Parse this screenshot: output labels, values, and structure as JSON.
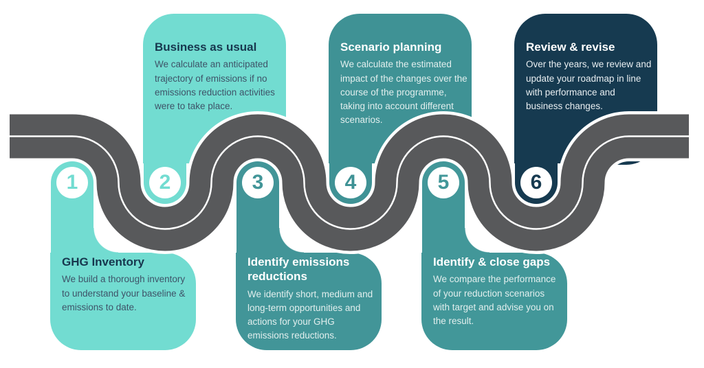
{
  "diagram_type": "roadmap-process",
  "colors": {
    "background": "#ffffff",
    "road_surface": "#58595b",
    "road_markings": "#ffffff",
    "light_teal": "#72dcd1",
    "teal": "#419598",
    "navy": "#163a50"
  },
  "steps": [
    {
      "number": "1",
      "title": "GHG Inventory",
      "description": "We build a thorough inventory to understand your baseline & emissions to date.",
      "position": "bottom",
      "card_color": "#72dcd1",
      "title_color": "#17374e",
      "text_color": "#3e5368"
    },
    {
      "number": "2",
      "title": "Business as usual",
      "description": "We calculate an anticipated trajectory of emissions if no emissions reduction activities were to take place.",
      "position": "top",
      "card_color": "#72dcd1",
      "title_color": "#17374e",
      "text_color": "#3e5368"
    },
    {
      "number": "3",
      "title": "Identify emissions reductions",
      "description": "We identify short, medium and long-term opportunities and actions for your GHG emissions reductions.",
      "position": "bottom",
      "card_color": "#429598",
      "title_color": "#ffffff",
      "text_color": "#e2efee"
    },
    {
      "number": "4",
      "title": "Scenario planning",
      "description": "We calculate the estimated impact of the changes over the course of the programme, taking into account different scenarios.",
      "position": "top",
      "card_color": "#3f9295",
      "title_color": "#ffffff",
      "text_color": "#e2efee"
    },
    {
      "number": "5",
      "title": "Identify & close gaps",
      "description": "We compare the performance of your reduction scenarios with target and advise you on the result.",
      "position": "bottom",
      "card_color": "#429799",
      "title_color": "#ffffff",
      "text_color": "#e2efee"
    },
    {
      "number": "6",
      "title": "Review & revise",
      "description": "Over the years, we review and update your roadmap in line with performance and business changes.",
      "position": "top",
      "card_color": "#163a50",
      "title_color": "#ffffff",
      "text_color": "#e8eef1"
    }
  ]
}
